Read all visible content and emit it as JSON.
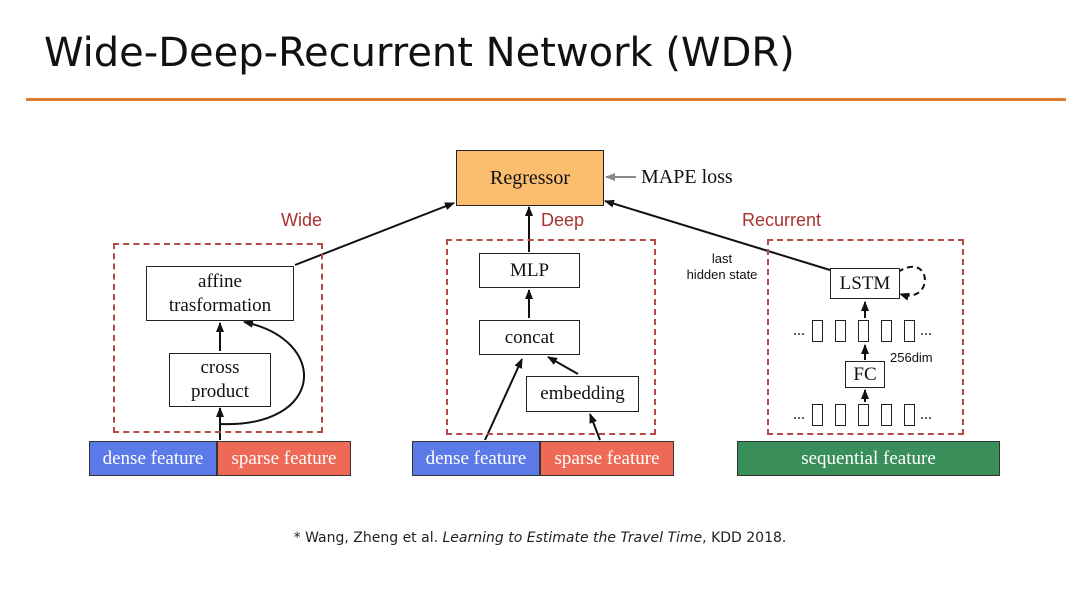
{
  "slide": {
    "title": "Wide-Deep-Recurrent Network  (WDR)"
  },
  "diagram": {
    "regressor": "Regressor",
    "loss_label": "MAPE loss",
    "groups": {
      "wide": "Wide",
      "deep": "Deep",
      "recurrent": "Recurrent"
    },
    "wide": {
      "affine_line1": "affine",
      "affine_line2": "trasformation",
      "cross_line1": "cross",
      "cross_line2": "product",
      "dense": "dense feature",
      "sparse": "sparse feature"
    },
    "deep": {
      "mlp": "MLP",
      "concat": "concat",
      "embedding": "embedding",
      "dense": "dense feature",
      "sparse": "sparse feature"
    },
    "recurrent": {
      "lstm": "LSTM",
      "fc": "FC",
      "dim_label": "256dim",
      "hidden_line1": "last",
      "hidden_line2": "hidden state",
      "ellipsis": "...",
      "sequential": "sequential feature"
    },
    "colors": {
      "regressor_fill": "#fbbd6e",
      "dense_fill": "#5b7ae8",
      "sparse_fill": "#ee6a57",
      "sequential_fill": "#3a8e5a",
      "group_border": "#b34a46",
      "title_rule": "#e07a2e"
    }
  },
  "citation": {
    "prefix": "* Wang, Zheng et al. ",
    "title": "Learning to Estimate the Travel Time",
    "suffix": ", KDD 2018."
  }
}
